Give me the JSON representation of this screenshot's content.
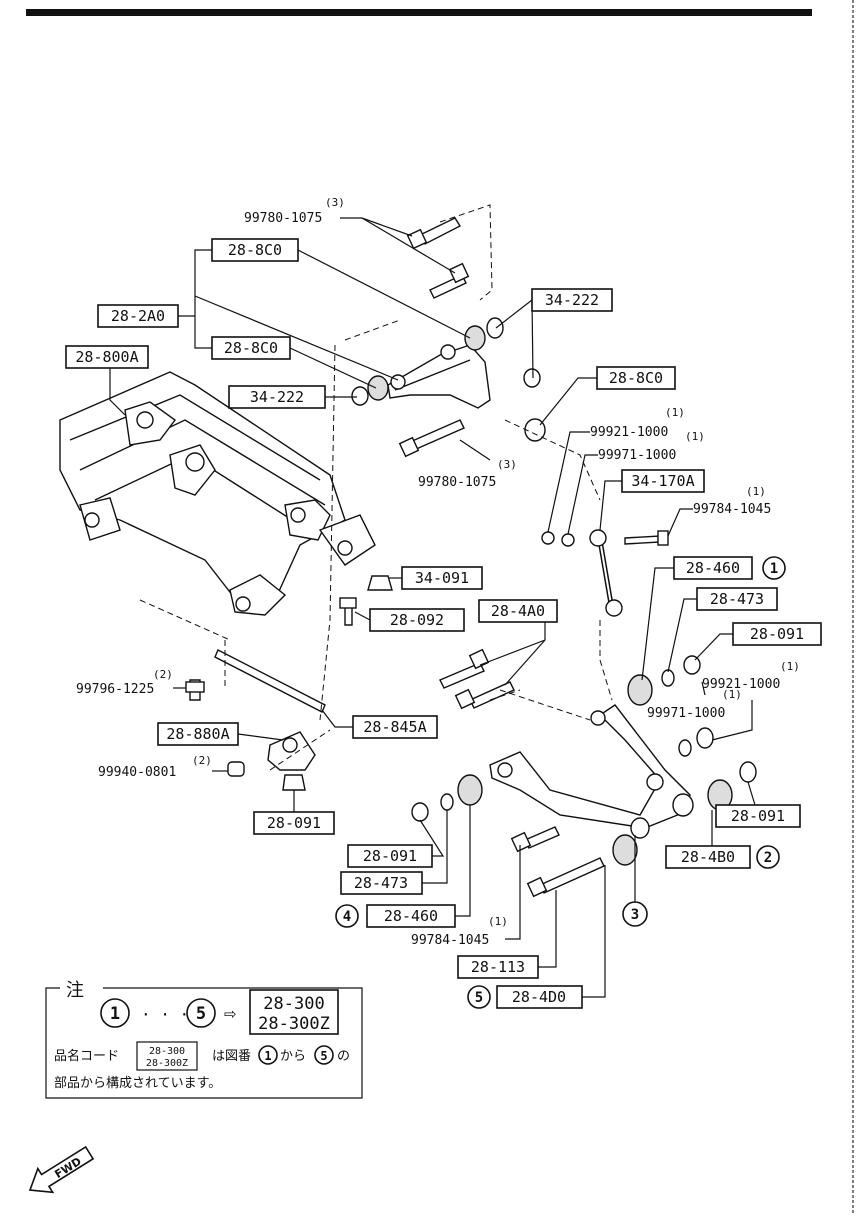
{
  "boxed_part_codes": {
    "b_28_8C0_a": "28-8C0",
    "b_28_2A0": "28-2A0",
    "b_28_8C0_b": "28-8C0",
    "b_28_800A": "28-800A",
    "b_34_222_a": "34-222",
    "b_34_222_b": "34-222",
    "b_28_8C0_c": "28-8C0",
    "b_34_170A": "34-170A",
    "b_34_091": "34-091",
    "b_28_092": "28-092",
    "b_28_4A0": "28-4A0",
    "b_28_460_1": "28-460",
    "b_28_473_a": "28-473",
    "b_28_091_a": "28-091",
    "b_28_845A": "28-845A",
    "b_28_880A": "28-880A",
    "b_28_091_b": "28-091",
    "b_28_091_c": "28-091",
    "b_28_091_d": "28-091",
    "b_28_473_b": "28-473",
    "b_28_460_4": "28-460",
    "b_28_4B0": "28-4B0",
    "b_28_113": "28-113",
    "b_28_4D0": "28-4D0"
  },
  "part_numbers": {
    "p_99780_top": "99780-1075",
    "p_99780_mid": "99780-1075",
    "p_99921_a": "99921-1000",
    "p_99971_a": "99971-1000",
    "p_99784_a": "99784-1045",
    "p_99921_b": "99921-1000",
    "p_99971_b": "99971-1000",
    "p_99796": "99796-1225",
    "p_99940": "99940-0801",
    "p_99784_b": "99784-1045"
  },
  "quantities": {
    "q_99780_top": "(3)",
    "q_99780_mid": "(3)",
    "q_99921_a": "(1)",
    "q_99971_a": "(1)",
    "q_99784_a": "(1)",
    "q_99921_b": "(1)",
    "q_99971_b": "(1)",
    "q_99796": "(2)",
    "q_99940": "(2)",
    "q_99784_b": "(1)"
  },
  "callouts": {
    "c1": "1",
    "c2": "2",
    "c3": "3",
    "c4": "4",
    "c5": "5"
  },
  "note": {
    "heading": "注",
    "range_start": "1",
    "range_dots": "· · ·",
    "range_end": "5",
    "arrow": "⇨",
    "assembly_code_1": "28-300",
    "assembly_code_2": "28-300Z",
    "line2_prefix": "品名コード",
    "line2_code_1": "28-300",
    "line2_code_2": "28-300Z",
    "line2_mid": "は図番",
    "line2_from": "1",
    "line2_kara": "から",
    "line2_to": "5",
    "line2_suffix": "の",
    "line3": "部品から構成されています。"
  },
  "fwd_label": "FWD"
}
